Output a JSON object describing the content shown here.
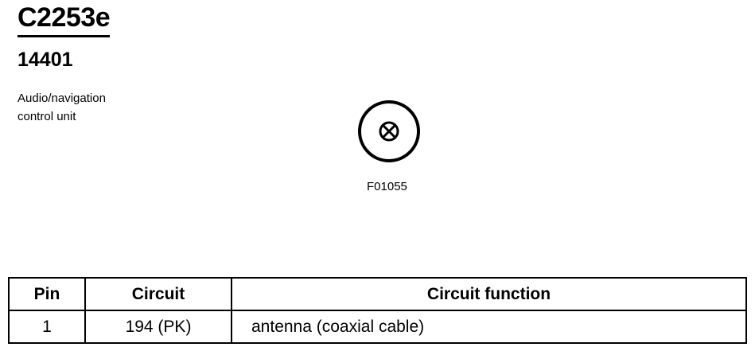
{
  "connector": {
    "id": "C2253e",
    "part_number": "14401",
    "component_line1": "Audio/navigation",
    "component_line2": "control unit",
    "figure_code": "F01055"
  },
  "table": {
    "headers": {
      "pin": "Pin",
      "circuit": "Circuit",
      "function": "Circuit function"
    },
    "rows": [
      {
        "pin": "1",
        "circuit": "194 (PK)",
        "function": "antenna (coaxial cable)"
      }
    ]
  },
  "icons": {
    "connector_face": "coaxial-connector-icon"
  }
}
